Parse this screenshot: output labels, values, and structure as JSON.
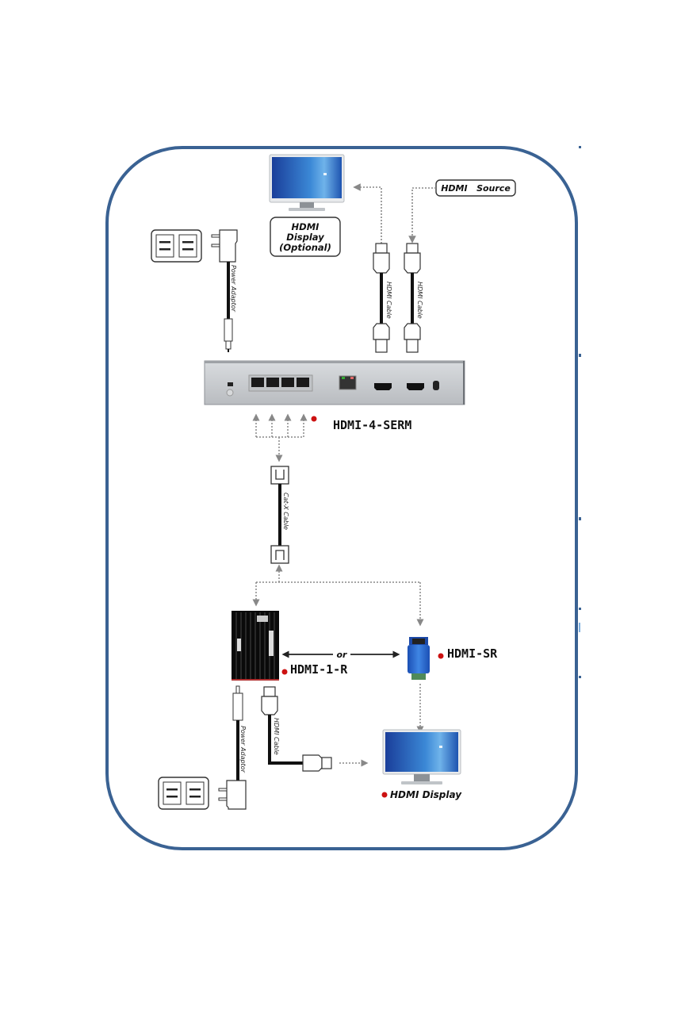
{
  "diagram": {
    "title": "HDMI-4-SERM connection diagram",
    "colors": {
      "frame": "#3a6293",
      "indicator": "#cc1111",
      "connector_line": "#888888",
      "cable": "#111111",
      "device_panel": "#c9ccd0",
      "receiver_body": "#0a0a0a",
      "sr_body": "#2f6fd0"
    },
    "labels": {
      "hdmi_source": "HDMI   Source",
      "hdmi_display_optional_line1": "HDMI",
      "hdmi_display_optional_line2": "Display",
      "hdmi_display_optional_line3": "(Optional)",
      "main_device": "HDMI-4-SERM",
      "receiver": "HDMI-1-R",
      "sr_receiver": "HDMI-SR",
      "or": "or",
      "hdmi_display": "HDMI Display"
    },
    "cable_labels": {
      "power_adapter_top": "Power Adaptor",
      "hdmi_cable_out": "HDMI Cable",
      "hdmi_cable_in": "HDMI Cable",
      "catx": "Cat-X Cable",
      "power_adapter_bottom": "Power Adaptor",
      "hdmi_cable_bottom": "HDMI Cable"
    },
    "icons": {
      "top_monitor": "monitor-icon",
      "bottom_monitor": "monitor-icon",
      "wall_outlet_top": "power-outlet-icon",
      "wall_outlet_bottom": "power-outlet-icon",
      "power_plug_top": "power-plug-icon",
      "power_plug_bottom": "power-plug-icon",
      "rj45_top": "rj45-connector-icon",
      "rj45_bottom": "rj45-connector-icon",
      "hdmi_plug": "hdmi-plug-icon",
      "indicator_dot": "red-dot-icon"
    }
  }
}
